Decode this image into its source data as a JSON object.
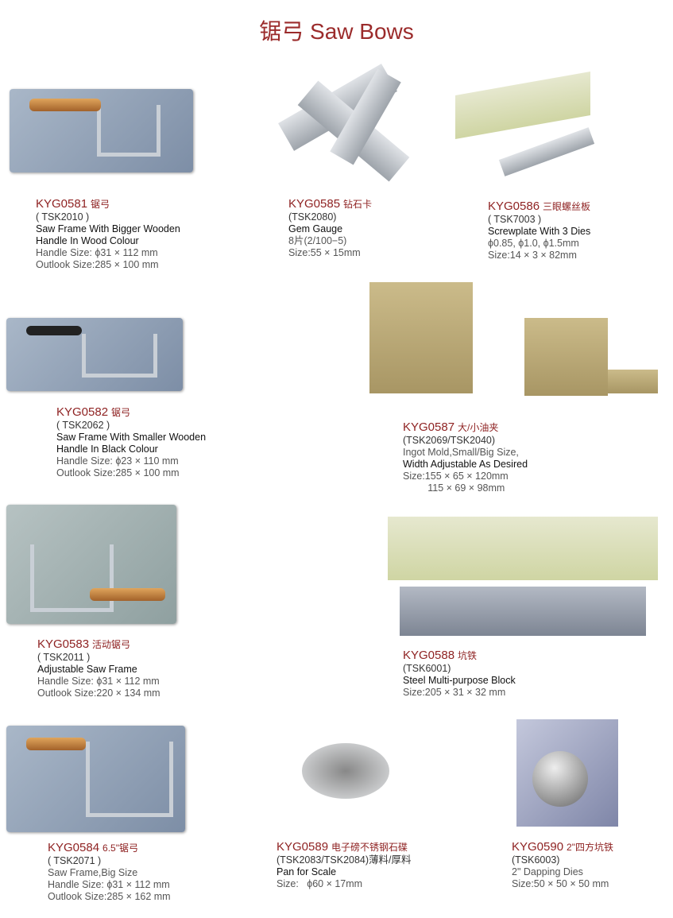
{
  "title": "锯弓 Saw Bows",
  "items": [
    {
      "code": "KYG0581",
      "cn": "锯弓",
      "lines": [
        "( TSK2010 )",
        "Saw Frame With Bigger Wooden",
        "Handle In Wood Colour",
        "Handle Size: ϕ31 × 112 mm",
        "Outlook Size:285 × 100 mm"
      ]
    },
    {
      "code": "KYG0585",
      "cn": "钻石卡",
      "lines": [
        "(TSK2080)",
        "Gem Gauge",
        "8片(2/100−5)",
        "Size:55 × 15mm"
      ]
    },
    {
      "code": "KYG0586",
      "cn": "三眼螺丝板",
      "lines": [
        "( TSK7003 )",
        "Screwplate With 3 Dies",
        "ϕ0.85, ϕ1.0, ϕ1.5mm",
        "Size:14 × 3 × 82mm"
      ]
    },
    {
      "code": "KYG0582",
      "cn": "锯弓",
      "lines": [
        "( TSK2062 )",
        "Saw Frame With Smaller Wooden",
        "Handle In Black Colour",
        "Handle Size: ϕ23 × 110 mm",
        "Outlook Size:285 × 100 mm"
      ]
    },
    {
      "code": "KYG0587",
      "cn": "大/小油夹",
      "lines": [
        "(TSK2069/TSK2040)",
        "Ingot Mold,Small/Big Size,",
        "Width Adjustable As Desired",
        "Size:155 × 65 × 120mm",
        "         115 × 69 × 98mm"
      ]
    },
    {
      "code": "KYG0583",
      "cn": "活动锯弓",
      "lines": [
        "( TSK2011 )",
        "Adjustable Saw Frame",
        "Handle Size: ϕ31 × 112 mm",
        "Outlook Size:220 × 134 mm"
      ]
    },
    {
      "code": "KYG0588",
      "cn": "坑铁",
      "lines": [
        "(TSK6001)",
        "Steel Multi-purpose Block",
        "Size:205 × 31 × 32 mm"
      ]
    },
    {
      "code": "KYG0584",
      "cn": "6.5\"锯弓",
      "lines": [
        "( TSK2071 )",
        "Saw Frame,Big Size",
        "Handle Size: ϕ31 × 112 mm",
        "Outlook Size:285 × 162 mm"
      ]
    },
    {
      "code": "KYG0589",
      "cn": "电子磅不锈钢石碟",
      "lines": [
        "(TSK2083/TSK2084)薄料/厚料",
        "Pan for Scale",
        "Size:   ϕ60 × 17mm"
      ]
    },
    {
      "code": "KYG0590",
      "cn": "2\"四方坑铁",
      "lines": [
        "(TSK6003)",
        "2\" Dapping Dies",
        "Size:50 × 50 × 50 mm"
      ]
    }
  ]
}
